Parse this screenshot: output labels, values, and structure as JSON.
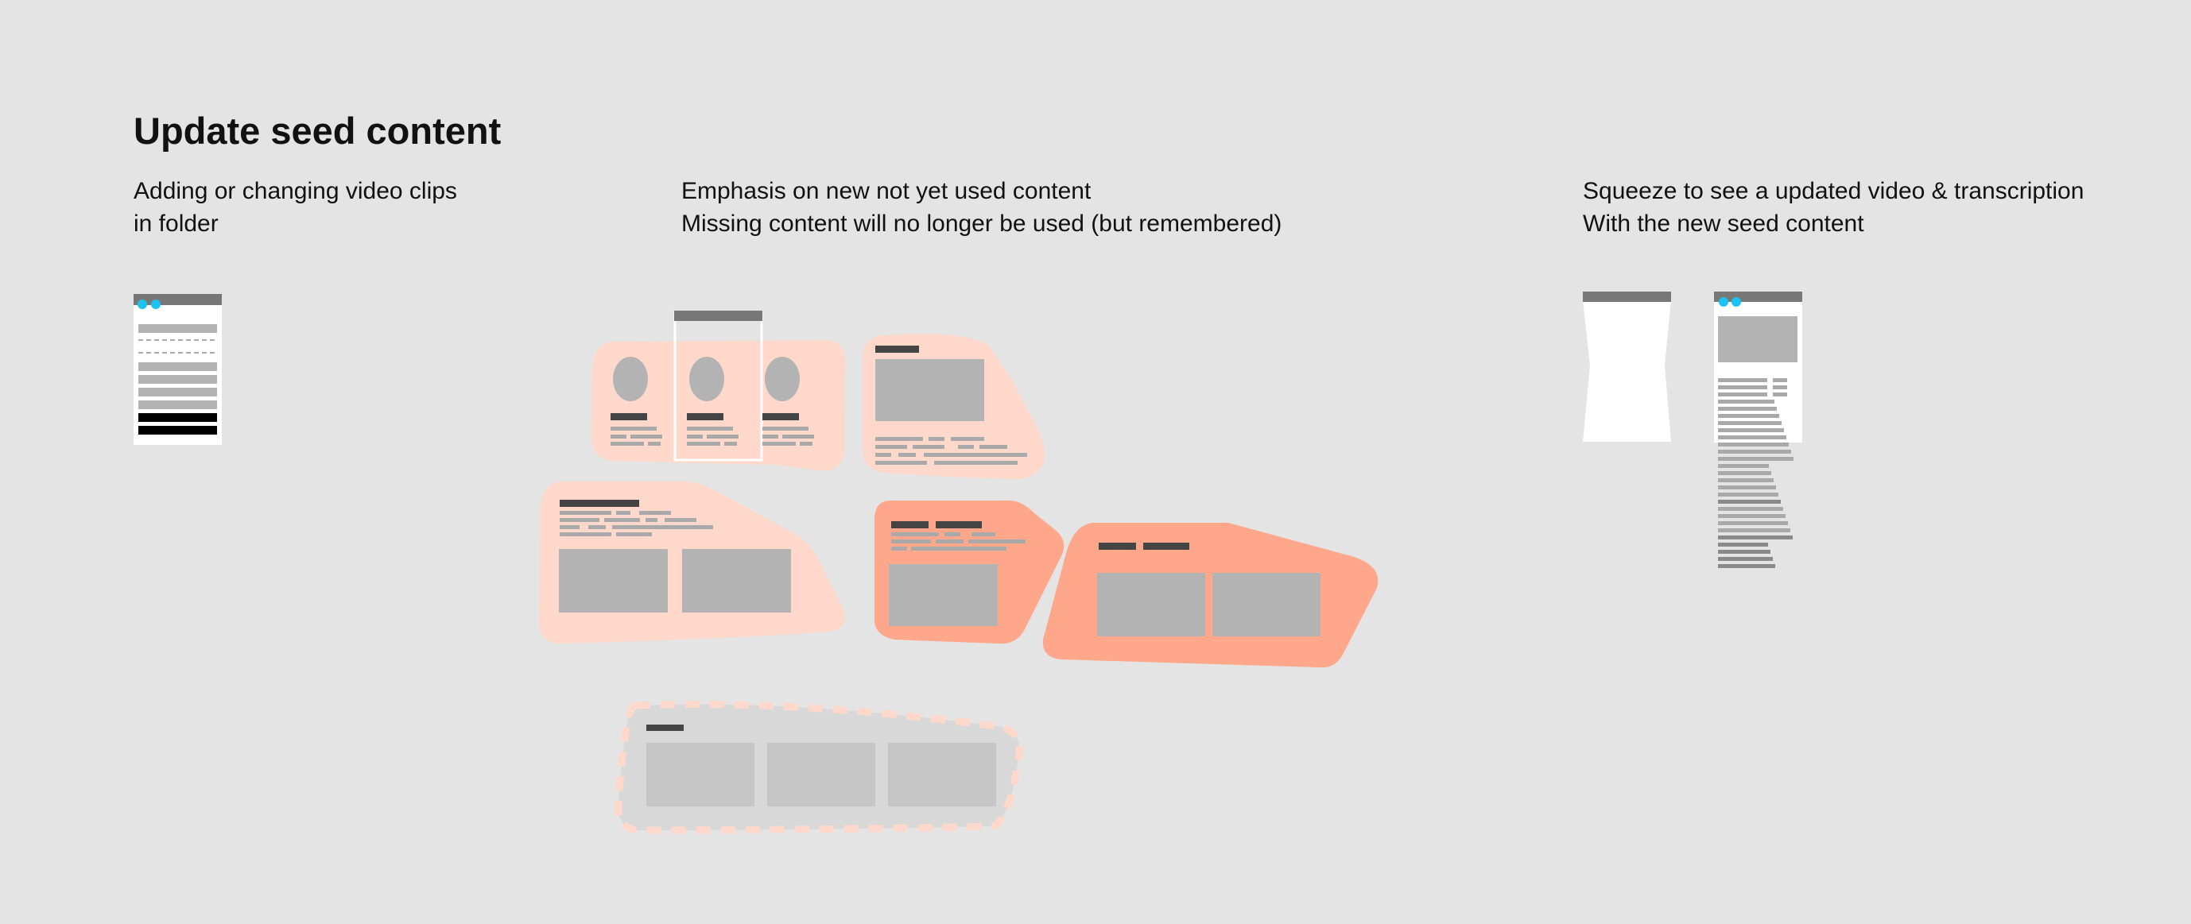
{
  "title": "Update seed content",
  "captions": {
    "left": [
      "Adding or changing video clips",
      "in folder"
    ],
    "middle": [
      "Emphasis on new not yet used content",
      "Missing content will no longer be used (but remembered)"
    ],
    "right": [
      "Squeeze to see a updated video & transcription",
      "With the new seed content"
    ]
  },
  "colors": {
    "background": "#e4e4e4",
    "cluster_light": "#fdd8cb",
    "cluster_strong": "#fea78a",
    "cluster_removed": "#d8d8d8",
    "cluster_removed_border": "#fdd8cb",
    "placeholder_block": "#b3b3b3",
    "text_bar_dark": "#444444",
    "text_bar_light": "#a9a9a9",
    "window_bar": "#777777",
    "window_dots": "#1cc3f0"
  },
  "diagram": {
    "folder_items": [
      "light",
      "dashed",
      "dashed",
      "light",
      "light",
      "light",
      "light",
      "dark",
      "dark"
    ],
    "clusters": [
      {
        "id": "people-cards",
        "state": "new"
      },
      {
        "id": "article-media",
        "state": "new"
      },
      {
        "id": "text-two-media",
        "state": "new"
      },
      {
        "id": "heading-media-strong",
        "state": "emphasized"
      },
      {
        "id": "two-media-strong",
        "state": "emphasized"
      },
      {
        "id": "three-media-removed",
        "state": "missing"
      }
    ],
    "transcription_lines": 27
  }
}
